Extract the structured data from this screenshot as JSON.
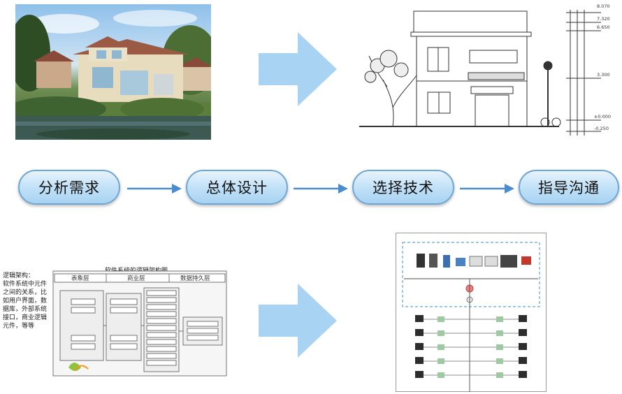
{
  "process_steps": [
    {
      "label": "分析需求"
    },
    {
      "label": "总体设计"
    },
    {
      "label": "选择技术"
    },
    {
      "label": "指导沟通"
    }
  ],
  "architecture": {
    "title": "软件系统的逻辑架构图",
    "note": "逻辑架构：\n软件系统中元件之间的关系，比如用户界面，数据库，外部系统接口，商业逻辑元件，等等",
    "layers": [
      "表象层",
      "商业层",
      "数据持久层"
    ]
  },
  "elevation": {
    "levels": [
      "8.070",
      "7.320",
      "6.650",
      "3.300",
      "±0.000",
      "-0.250"
    ]
  },
  "colors": {
    "pill_border": "#6ea6d4",
    "pill_fill": "#bfe0f7",
    "big_arrow": "#a9d3f3",
    "flow_arrow": "#4a8cd0"
  }
}
